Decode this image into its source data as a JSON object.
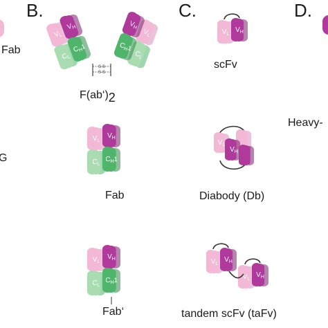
{
  "panels": {
    "a": {
      "caption_fab": "Fab",
      "caption_g": "G"
    },
    "b": {
      "letter": "B.",
      "fab2": {
        "caption_main": "F(ab‘)",
        "caption_sub": "2",
        "disulfide_1": "S-S",
        "disulfide_2": "S-S"
      },
      "fab": {
        "caption": "Fab"
      },
      "fab_prime": {
        "caption": "Fab‘"
      }
    },
    "c": {
      "letter": "C.",
      "scfv": {
        "caption": "scFv"
      },
      "diabody": {
        "caption": "Diabody (Db)"
      },
      "tandem": {
        "caption": "tandem scFv (taFv)"
      }
    },
    "d": {
      "letter": "D.",
      "caption": "Heavy-"
    }
  },
  "domain_labels": {
    "vl": "V",
    "vl_sub": "L",
    "vh": "V",
    "vh_sub": "H",
    "cl": "C",
    "cl_sub": "L",
    "ch1": "C",
    "ch1_sub": "H",
    "ch1_suffix": "1"
  },
  "colors": {
    "light_pink": "#f2b8d6",
    "light_pink_dark": "#d98fbb",
    "purple": "#b0399c",
    "purple_dark": "#7d1f6e",
    "light_green": "#a9dcb1",
    "green": "#4fb56a",
    "green_dark": "#2f8a48",
    "linker": "#333333"
  }
}
